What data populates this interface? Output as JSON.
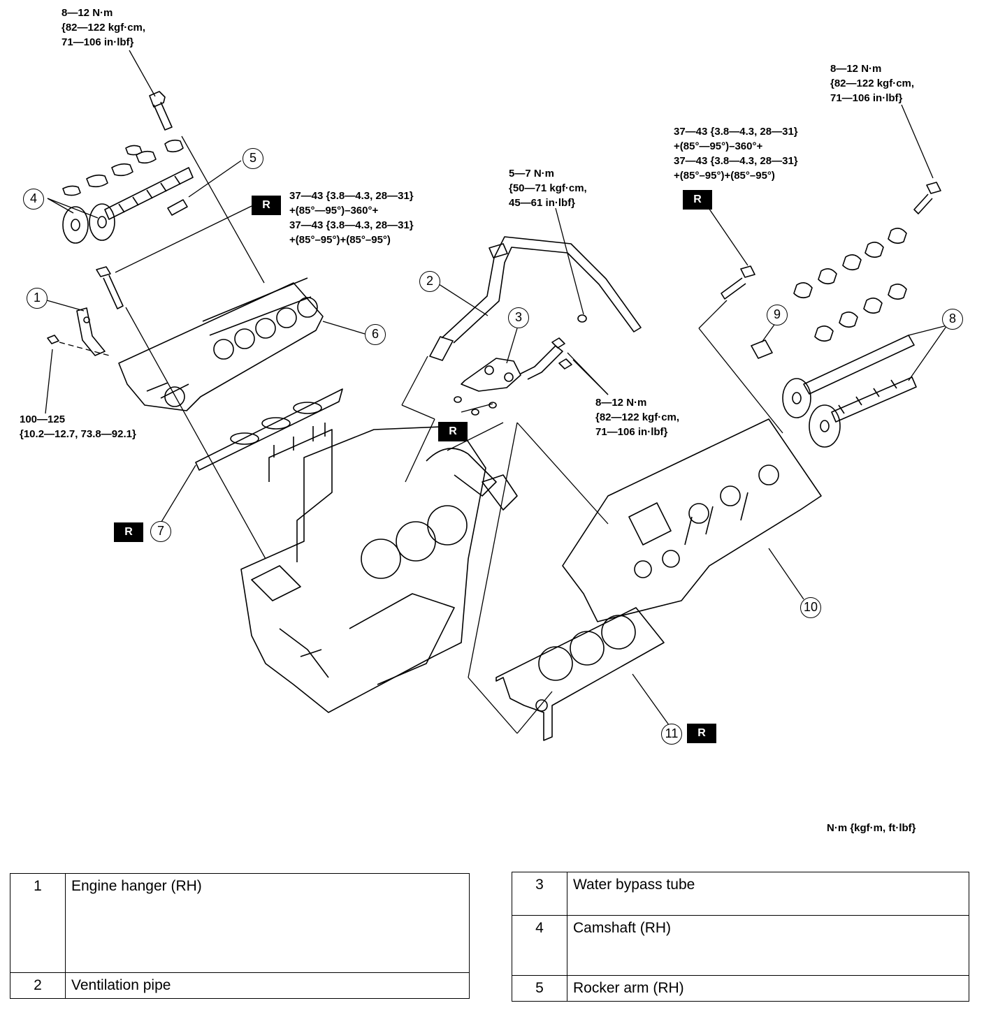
{
  "torque_specs": {
    "t1": [
      "8—12 N·m",
      "{82—122 kgf·cm,",
      "71—106 in·lbf}"
    ],
    "t2": [
      "37—43 {3.8—4.3, 28—31}",
      "+(85°—95°)–360°+",
      "37—43 {3.8—4.3, 28—31}",
      "+(85°–95°)+(85°–95°)"
    ],
    "t3": [
      "100—125",
      "{10.2—12.7, 73.8—92.1}"
    ],
    "t4": [
      "5—7 N·m",
      "{50—71 kgf·cm,",
      "45—61 in·lbf}"
    ],
    "t5": [
      "8—12 N·m",
      "{82—122 kgf·cm,",
      "71—106 in·lbf}"
    ],
    "t6": [
      "37—43 {3.8—4.3, 28—31}",
      "+(85°—95°)–360°+",
      "37—43 {3.8—4.3, 28—31}",
      "+(85°–95°)+(85°–95°)"
    ],
    "t7": [
      "8—12 N·m",
      "{82—122 kgf·cm,",
      "71—106 in·lbf}"
    ]
  },
  "replace_badge": "R",
  "callouts": [
    "1",
    "2",
    "3",
    "4",
    "5",
    "6",
    "7",
    "8",
    "9",
    "10",
    "11"
  ],
  "unit_note": "N·m {kgf·m, ft·lbf}",
  "parts_left": [
    {
      "num": "1",
      "name": "Engine hanger (RH)"
    },
    {
      "num": "2",
      "name": "Ventilation pipe"
    }
  ],
  "parts_right": [
    {
      "num": "3",
      "name": "Water bypass tube"
    },
    {
      "num": "4",
      "name": "Camshaft (RH)"
    },
    {
      "num": "5",
      "name": "Rocker arm (RH)"
    }
  ]
}
